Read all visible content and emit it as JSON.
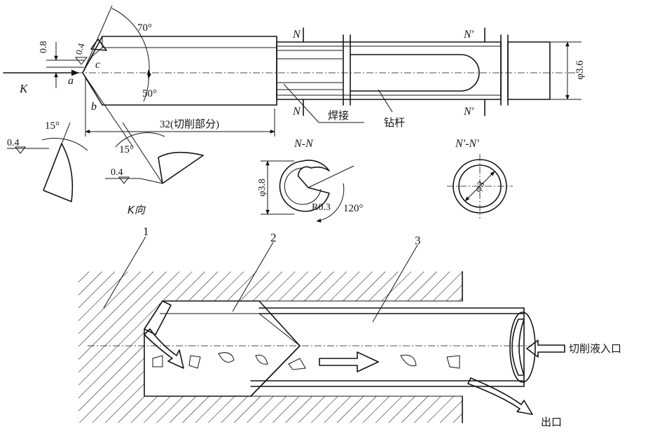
{
  "angles": {
    "a70": "70°",
    "a50": "50°",
    "a15_left": "15°",
    "a15_right": "15°",
    "a120": "120°"
  },
  "dims": {
    "d08": "0.8",
    "d04_top": "0.4",
    "d04_left": "0.4",
    "d04_right": "0.4",
    "d32": "32(切削部分)",
    "d36": "φ3.6",
    "d38": "φ3.8",
    "d3": "φ3",
    "r03": "R0.3"
  },
  "labels": {
    "K": "K",
    "a": "a",
    "b": "b",
    "c": "c",
    "N_top": "N",
    "N_bottom": "N",
    "N_prime_top": "N'",
    "N_prime_bottom": "N'",
    "weld": "焊接",
    "shank": "钻杆",
    "k_view": "K向",
    "section_nn": "N-N",
    "section_np": "N'-N'",
    "callout1": "1",
    "callout2": "2",
    "callout3": "3",
    "inlet": "切削液入口",
    "outlet": "出口"
  },
  "colors": {
    "ink": "#141414",
    "paper": "#ffffff"
  }
}
